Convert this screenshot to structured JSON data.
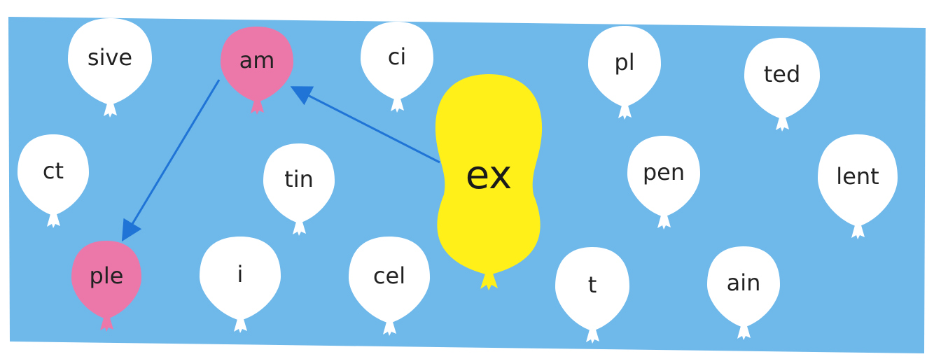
{
  "colors": {
    "sky": "#6fb8ea",
    "balloon_white": "#ffffff",
    "balloon_pink": "#ec78aa",
    "balloon_yellow": "#fff01a",
    "arrow": "#1f74d6",
    "text": "#222222"
  },
  "center_balloon": {
    "label": "ex"
  },
  "balloons": [
    {
      "id": "sive",
      "label": "sive",
      "color": "white"
    },
    {
      "id": "am",
      "label": "am",
      "color": "pink"
    },
    {
      "id": "ci",
      "label": "ci",
      "color": "white"
    },
    {
      "id": "pl",
      "label": "pl",
      "color": "white"
    },
    {
      "id": "ted",
      "label": "ted",
      "color": "white"
    },
    {
      "id": "ct",
      "label": "ct",
      "color": "white"
    },
    {
      "id": "tin",
      "label": "tin",
      "color": "white"
    },
    {
      "id": "pen",
      "label": "pen",
      "color": "white"
    },
    {
      "id": "lent",
      "label": "lent",
      "color": "white"
    },
    {
      "id": "ple",
      "label": "ple",
      "color": "pink"
    },
    {
      "id": "i",
      "label": "i",
      "color": "white"
    },
    {
      "id": "cel",
      "label": "cel",
      "color": "white"
    },
    {
      "id": "t",
      "label": "t",
      "color": "white"
    },
    {
      "id": "ain",
      "label": "ain",
      "color": "white"
    }
  ],
  "arrows": [
    {
      "from": "ex",
      "to": "am"
    },
    {
      "from": "am",
      "to": "ple"
    }
  ]
}
